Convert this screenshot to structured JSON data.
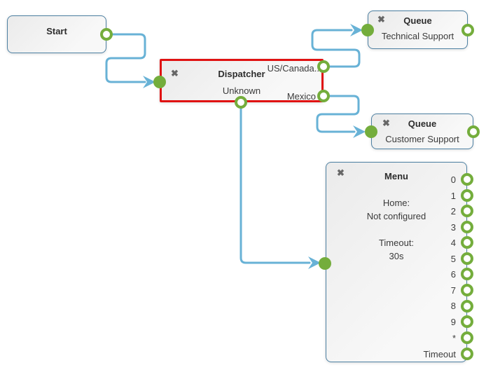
{
  "ui": {
    "close_icon": "✖"
  },
  "palette": {
    "green": "#74ad3c",
    "wire_blue": "#68b2d6",
    "node_border": "#4e81a3",
    "selected_red": "#e01212",
    "node_fill": "#f0f0f0",
    "text": "#333333",
    "icon_gray": "#676767"
  },
  "nodes": {
    "start": {
      "title": "Start"
    },
    "dispatcher": {
      "title": "Dispatcher",
      "subtitle": "Unknown",
      "selected": true,
      "output_labels": {
        "us_canada": "US/Canada..",
        "mexico": "Mexico"
      }
    },
    "queue_technical": {
      "title": "Queue",
      "subtitle": "Technical Support"
    },
    "queue_customer": {
      "title": "Queue",
      "subtitle": "Customer Support"
    },
    "menu": {
      "title": "Menu",
      "home_label": "Home:",
      "home_value": "Not configured",
      "timeout_label": "Timeout:",
      "timeout_value": "30s",
      "output_labels": [
        "0",
        "1",
        "2",
        "3",
        "4",
        "5",
        "6",
        "7",
        "8",
        "9",
        "*",
        "Timeout"
      ]
    }
  }
}
